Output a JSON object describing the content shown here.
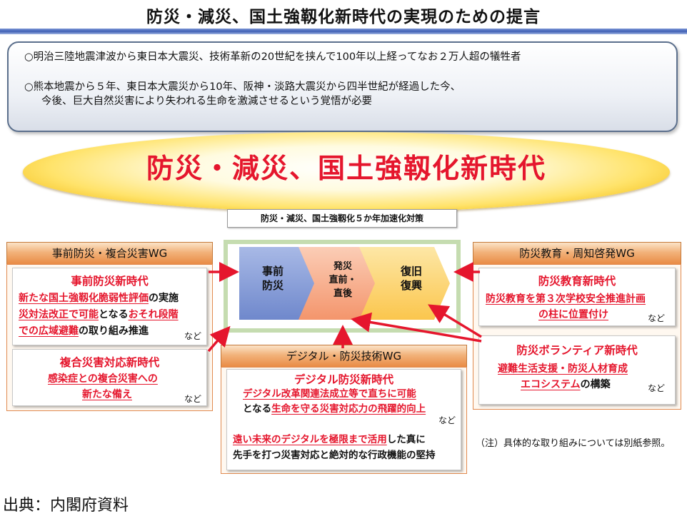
{
  "title": "防災・減災、国土強靱化新時代の実現のための提言",
  "intro": {
    "line1": "○明治三陸地震津波から東日本大震災、技術革新の20世紀を挟んで100年以上経ってなお２万人超の犠牲者",
    "line2": "○熊本地震から５年、東日本大震災から10年、阪神・淡路大震災から四半世紀が経過した今、",
    "line3": "今後、巨大自然災害により失われる生命を激減させるという覚悟が必要"
  },
  "banner": "防災・減災、国土強靱化新時代",
  "accel_label": "防災・減災、国土強靱化５か年加速化対策",
  "process": {
    "step1": [
      "事前",
      "防災"
    ],
    "step2": [
      "発災",
      "直前・",
      "直後"
    ],
    "step3": [
      "復旧",
      "復興"
    ]
  },
  "left_wg": {
    "header": "事前防災・複合災害WG",
    "card1": {
      "title": "事前防災新時代",
      "l1a": "新たな国土強靱化脆弱性評価",
      "l1b": "の実施",
      "l2a": "災対法改正で可能",
      "l2b": "となる",
      "l2c": "おそれ段階",
      "l3a": "での広域避難",
      "l3b": "の取り組み推進",
      "nado": "など"
    },
    "card2": {
      "title": "複合災害対応新時代",
      "l1": "感染症との複合災害への",
      "l2": "新たな備え",
      "nado": "など"
    }
  },
  "center_wg": {
    "header": "デジタル・防災技術WG",
    "title": "デジタル防災新時代",
    "l1": "デジタル改革関連法成立等で直ちに可能",
    "l2a": "となる",
    "l2b": "生命を守る災害対応力の飛躍的向上",
    "nado": "など",
    "l3a": "遠い未来のデジタルを極限まで活用",
    "l3b": "した真に",
    "l4": "先手を打つ災害対応と絶対的な行政機能の堅持"
  },
  "right_wg": {
    "header": "防災教育・周知啓発WG",
    "card1": {
      "title": "防災教育新時代",
      "l1": "防災教育を第３次学校安全推進計画",
      "l2": "の柱に位置付け",
      "nado": "など"
    },
    "card2": {
      "title": "防災ボランティア新時代",
      "l1": "避難生活支援・防災人材育成",
      "l2a": "エコシステム",
      "l2b": "の構築",
      "nado": "など"
    }
  },
  "note": "（注）具体的な取り組みについては別紙参照。",
  "source": "出典：内閣府資料",
  "colors": {
    "accent_red": "#e5162d",
    "step1": "#7f96d4",
    "step2": "#f7a27e",
    "step3": "#fcd06a",
    "wg_header": "#ee9a5a"
  }
}
